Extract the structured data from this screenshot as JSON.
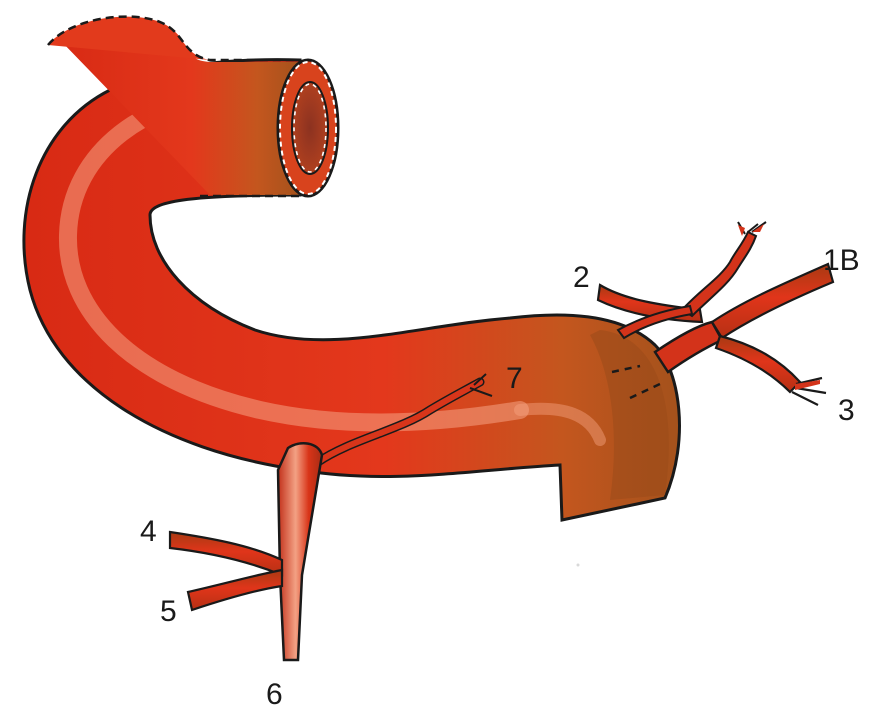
{
  "labels": {
    "vessel_1b": "1B",
    "vessel_2": "2",
    "vessel_3": "3",
    "vessel_4": "4",
    "vessel_5": "5",
    "vessel_6": "6",
    "vessel_7": "7"
  },
  "colors": {
    "vessel_red": "#e2321a",
    "vessel_dark": "#b8340f",
    "vessel_brown": "#9a4a1a",
    "highlight": "#f7a27e",
    "outline": "#1a1a1a",
    "lumen": "#9c2f1f"
  }
}
